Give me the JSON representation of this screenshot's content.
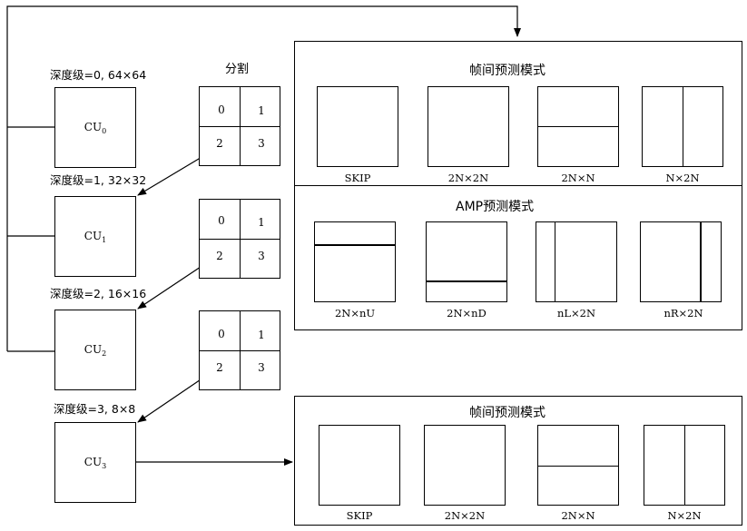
{
  "split_heading": "分割",
  "depth_labels": [
    "深度级=0, 64×64",
    "深度级=1, 32×32",
    "深度级=2, 16×16",
    "深度级=3, 8×8"
  ],
  "cu_units": [
    {
      "base": "CU",
      "sub": "0"
    },
    {
      "base": "CU",
      "sub": "1"
    },
    {
      "base": "CU",
      "sub": "2"
    },
    {
      "base": "CU",
      "sub": "3"
    }
  ],
  "quadrant_labels": [
    "0",
    "1",
    "2",
    "3"
  ],
  "panel_top": {
    "inter_title": "帧间预测模式",
    "inter_modes": [
      "SKIP",
      "2N×2N",
      "2N×N",
      "N×2N"
    ],
    "amp_title": "AMP预测模式",
    "amp_modes": [
      "2N×nU",
      "2N×nD",
      "nL×2N",
      "nR×2N"
    ]
  },
  "panel_bottom": {
    "inter_title": "帧间预测模式",
    "inter_modes": [
      "SKIP",
      "2N×2N",
      "2N×N",
      "N×2N"
    ]
  }
}
